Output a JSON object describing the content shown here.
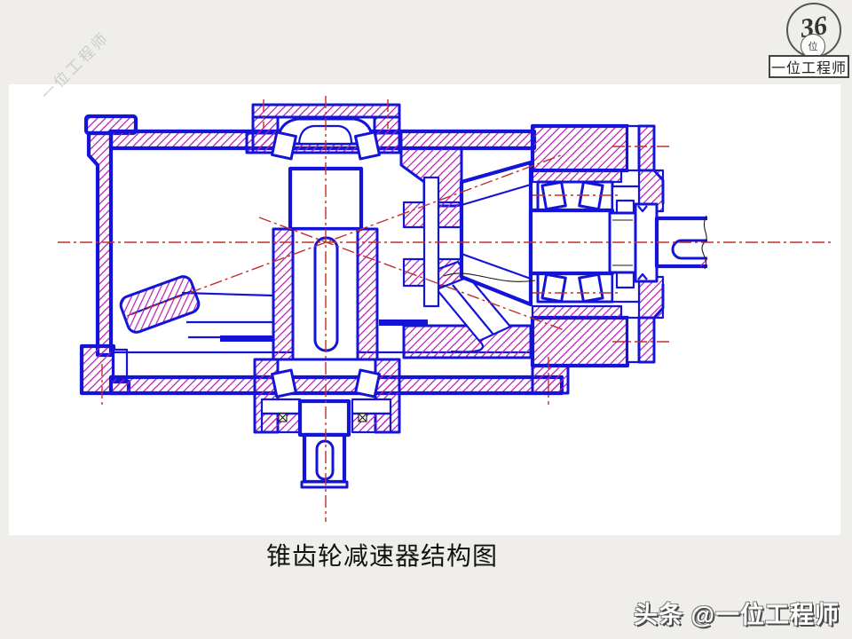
{
  "watermark": {
    "text": "一位工程师"
  },
  "logo": {
    "number": "36",
    "seal_char": "位",
    "brand": "一位工程师"
  },
  "drawing": {
    "caption": "锥齿轮减速器结构图"
  },
  "credit": {
    "text": "头条 @一位工程师"
  },
  "colors": {
    "blue": "#1414d8",
    "magenta": "#b81ab8",
    "red": "#c03028",
    "ink": "#111111"
  }
}
